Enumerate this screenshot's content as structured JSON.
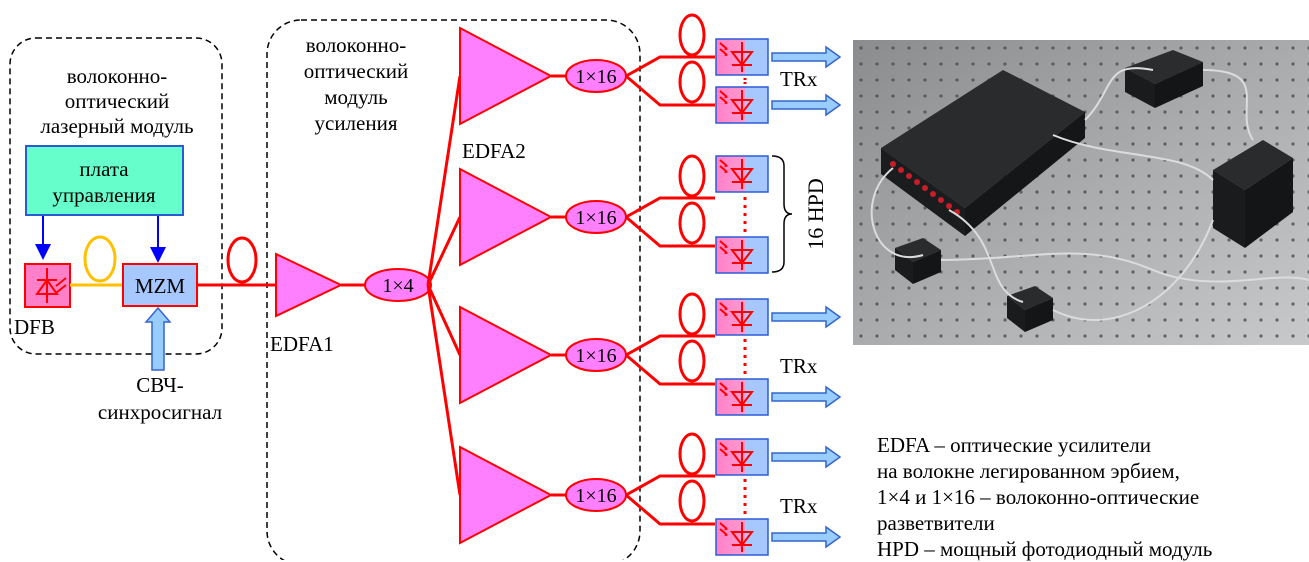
{
  "laser_module": {
    "title_lines": [
      "волоконно-",
      "оптический",
      "лазерный модуль"
    ],
    "control_board_lines": [
      "плата",
      "управления"
    ],
    "dfb_label": "DFB",
    "mzm_label": "MZM",
    "rf_sync_lines": [
      "СВЧ-",
      "синхросигнал"
    ]
  },
  "amplifier_module": {
    "title_lines": [
      "волоконно-",
      "оптический",
      "модуль",
      "усиления"
    ],
    "edfa1_label": "EDFA1",
    "edfa2_label": "EDFA2",
    "splitter_1x4_label": "1×4",
    "splitter_1x16_label": "1×16"
  },
  "outputs": {
    "trx_label": "TRx",
    "hpd_group_label": "16 HPD"
  },
  "legend_lines": [
    "EDFA – оптические усилители",
    "на волокне легированном эрбием,",
    "1×4 и 1×16 – волоконно-оптические",
    "разветвители",
    "HPD – мощный фотодиодный модуль"
  ],
  "colors": {
    "fiber_red": "#ff0000",
    "fiber_yellow": "#ffc000",
    "amplifier_fill": "#ff80ff",
    "splitter_fill": "#ff80ff",
    "control_board_fill": "#66ffcc",
    "mzm_fill": "#a6c8ff",
    "arrow_fill": "#99ccff",
    "arrow_stroke": "#3366cc",
    "control_arrow": "#0000ff"
  }
}
